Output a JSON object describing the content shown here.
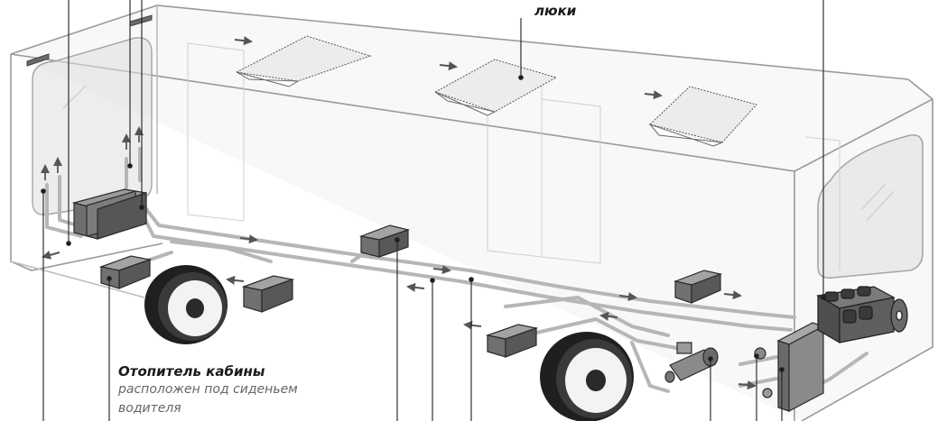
{
  "labels": {
    "hatches": "люки",
    "cab_heater_title": "Отопитель кабины",
    "cab_heater_desc_1": "расположен под сиденьем",
    "cab_heater_desc_2": "водителя"
  }
}
